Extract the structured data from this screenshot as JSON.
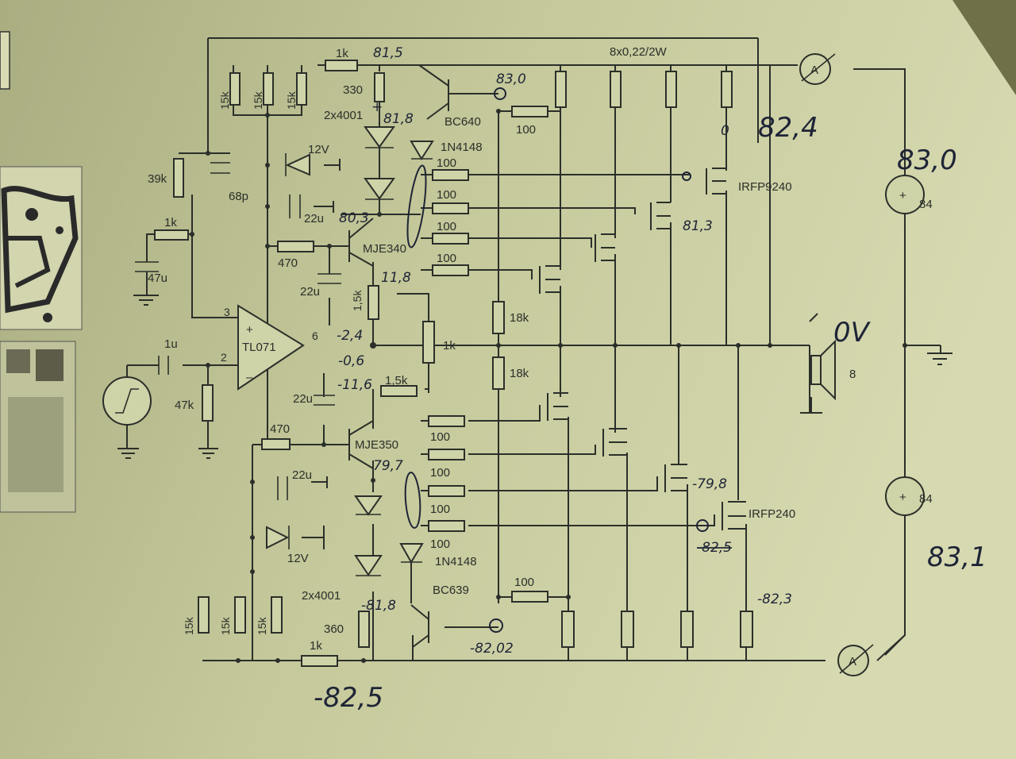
{
  "component_labels": {
    "r_top_1k": "1k",
    "power_res": "8x0,22/2W",
    "r_330": "330",
    "d_2x4001_top": "2x4001",
    "bc640": "BC640",
    "r_100_top": "100",
    "d_1n4148_top": "1N4148",
    "z_12v_top": "12V",
    "c_22u_a": "22u",
    "mje340": "MJE340",
    "r_470_top": "470",
    "c_22u_b": "22u",
    "r_1_5k_v": "1,5k",
    "r15k_1": "15k",
    "r15k_2": "15k",
    "r15k_3": "15k",
    "r_39k": "39k",
    "c_68p": "68p",
    "r_1k_fb": "1k",
    "c_47u": "47u",
    "c_1u": "1u",
    "r_47k": "47k",
    "opamp": "TL071",
    "pin3": "3",
    "pin2": "2",
    "pin6": "6",
    "plus": "+",
    "minus": "–",
    "pot_1k": "1k",
    "r_1_5k_h": "1,5k",
    "c_22u_c": "22u",
    "r_470_bot": "470",
    "mje350": "MJE350",
    "gate_100_1": "100",
    "gate_100_2": "100",
    "gate_100_3": "100",
    "gate_100_4": "100",
    "gate_100_5": "100",
    "gate_100_6": "100",
    "gate_100_7": "100",
    "gate_100_8": "100",
    "irfp9240": "IRFP9240",
    "irfp240": "IRFP240",
    "r_18k_a": "18k",
    "r_18k_b": "18k",
    "c_22u_d": "22u",
    "z_12v_bot": "12V",
    "d_1n4148_bot": "1N4148",
    "r_100_bot": "100",
    "d_2x4001_bot": "2x4001",
    "bc639": "BC639",
    "r_360": "360",
    "r15k_4": "15k",
    "r15k_5": "15k",
    "r15k_6": "15k",
    "r_1k_bot": "1k",
    "speaker": "8",
    "bulb_top": "84",
    "bulb_bot": "84",
    "ammeter_top": "A",
    "ammeter_bot": "A"
  },
  "handwritten": {
    "v_top_rail": "81,5",
    "v_bc640": "83,0",
    "v_diode_top": "81,8",
    "v_diode_top_sign": "+",
    "v_mje340_c": "80,3",
    "v_mje340_e": "11,8",
    "v_opamp_out": "-2,4",
    "v_node_a": "-0,6",
    "v_node_b": "-11,6",
    "v_mje350": "79,7",
    "v_irfp9240": "81,3",
    "v_irfp240_gate": "-79,8",
    "v_drain_top": "0",
    "v_out_top": "82,4",
    "v_out_zero": "0V",
    "v_rail_plus": "83,0",
    "v_rail_minus": "83,1",
    "v_bottom_drain": "-82,3",
    "v_bottom_bc639": "-82,02",
    "v_bottom_diode": "-81,8",
    "v_bottom_rail": "-82,5",
    "v_crossed": "-82,5"
  }
}
